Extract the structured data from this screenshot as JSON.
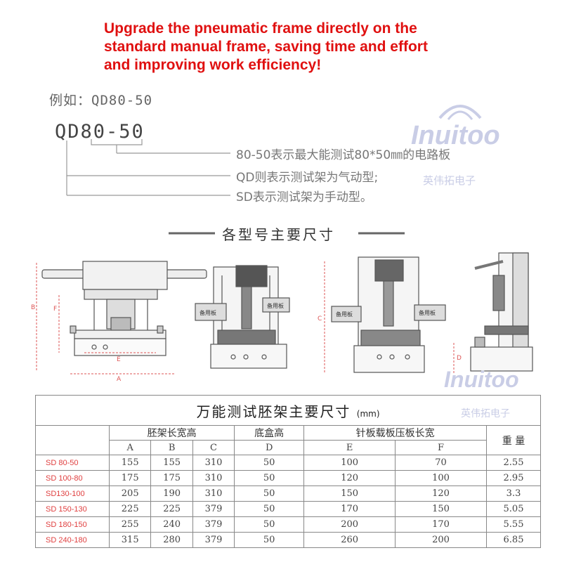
{
  "headline": {
    "line1": "Upgrade the pneumatic frame directly on the",
    "line2": "standard manual frame, saving time and effort",
    "line3": "and improving work efficiency!"
  },
  "example": {
    "label": "例如：QD80-50",
    "model_prefix": "QD",
    "model_size": "80-50",
    "note_size": "80-50表示最大能测试80*50㎜的电路板",
    "note_qd": "QD则表示测试架为气动型;",
    "note_sd": "SD表示测试架为手动型。"
  },
  "watermark": {
    "brand": "Inuitoo",
    "brand_cn": "英伟拓电子"
  },
  "section_title": "各型号主要尺寸",
  "diagram": {
    "dim_A": "A",
    "dim_B": "B",
    "dim_C": "C",
    "dim_D": "D",
    "dim_E": "E",
    "dim_F": "F",
    "plate_label": "备用板"
  },
  "table": {
    "caption": "万能测试胚架主要尺寸",
    "unit": "(mm)",
    "group_frame": "胚架长宽高",
    "group_base": "底盒高",
    "group_plate": "针板载板压板长宽",
    "weight": "重 量",
    "cols": [
      "A",
      "B",
      "C",
      "D",
      "E",
      "F"
    ],
    "rows": [
      {
        "model": "SD 80-50",
        "A": "155",
        "B": "155",
        "C": "310",
        "D": "50",
        "E": "100",
        "F": "70",
        "W": "2.55"
      },
      {
        "model": "SD 100-80",
        "A": "175",
        "B": "175",
        "C": "310",
        "D": "50",
        "E": "120",
        "F": "100",
        "W": "2.95"
      },
      {
        "model": "SD130-100",
        "A": "205",
        "B": "190",
        "C": "310",
        "D": "50",
        "E": "150",
        "F": "120",
        "W": "3.3"
      },
      {
        "model": "SD 150-130",
        "A": "225",
        "B": "225",
        "C": "379",
        "D": "50",
        "E": "170",
        "F": "150",
        "W": "5.05"
      },
      {
        "model": "SD 180-150",
        "A": "255",
        "B": "240",
        "C": "379",
        "D": "50",
        "E": "200",
        "F": "170",
        "W": "5.55"
      },
      {
        "model": "SD 240-180",
        "A": "315",
        "B": "280",
        "C": "379",
        "D": "50",
        "E": "260",
        "F": "200",
        "W": "6.85"
      }
    ]
  }
}
